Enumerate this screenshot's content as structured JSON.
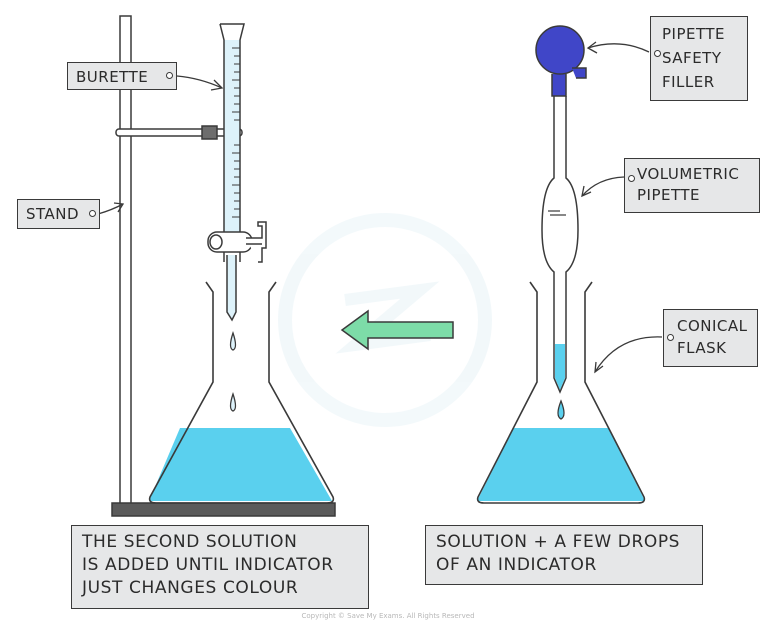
{
  "labels": {
    "burette": "BURETTE",
    "stand": "STAND",
    "pipette_filler": [
      "PIPETTE",
      "SAFETY",
      "FILLER"
    ],
    "volumetric_pipette": [
      "VOLUMETRIC",
      "PIPETTE"
    ],
    "conical_flask": [
      "CONICAL",
      "FLASK"
    ]
  },
  "captions": {
    "left": [
      "THE SECOND SOLUTION",
      "IS ADDED UNTIL INDICATOR",
      "JUST CHANGES COLOUR"
    ],
    "right": [
      "SOLUTION + A FEW DROPS",
      "OF AN INDICATOR"
    ]
  },
  "copyright": "Copyright © Save My Exams. All Rights Reserved",
  "colors": {
    "solution": "#5ad0ee",
    "burette_liquid": "#ddf2fa",
    "filler_bulb": "#4046c8",
    "arrow": "#7ddca8",
    "label_bg": "#e6e7e8",
    "outline": "#3a3a3a"
  }
}
